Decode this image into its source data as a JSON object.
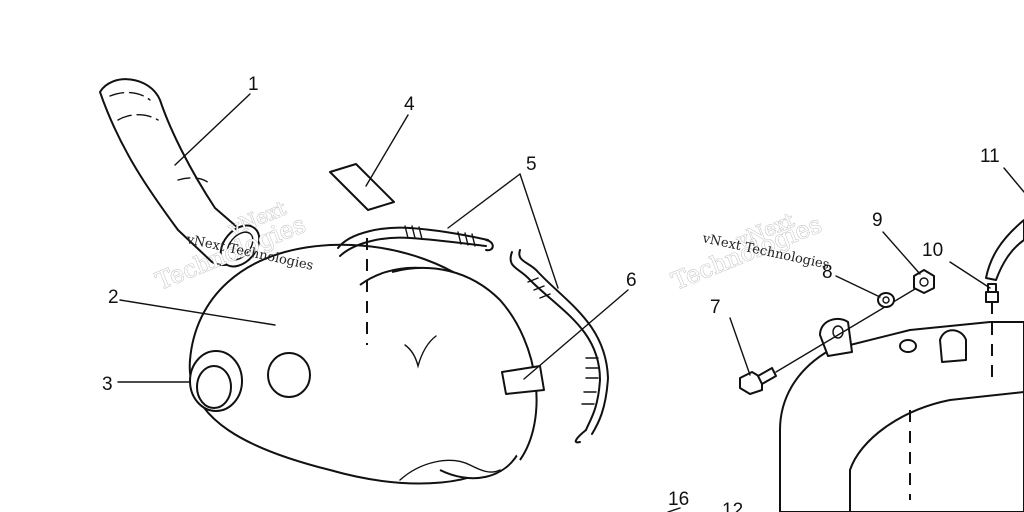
{
  "callouts": [
    {
      "id": "1",
      "label": "1"
    },
    {
      "id": "2",
      "label": "2"
    },
    {
      "id": "3",
      "label": "3"
    },
    {
      "id": "4",
      "label": "4"
    },
    {
      "id": "5",
      "label": "5"
    },
    {
      "id": "6",
      "label": "6"
    },
    {
      "id": "7",
      "label": "7"
    },
    {
      "id": "8",
      "label": "8"
    },
    {
      "id": "9",
      "label": "9"
    },
    {
      "id": "10",
      "label": "10"
    },
    {
      "id": "11",
      "label": "11"
    },
    {
      "id": "16",
      "label": "16"
    },
    {
      "id": "12",
      "label": "12"
    }
  ],
  "watermark": {
    "line1": "vNext",
    "line2": "Technologies",
    "caption": "vNext Technologies"
  }
}
